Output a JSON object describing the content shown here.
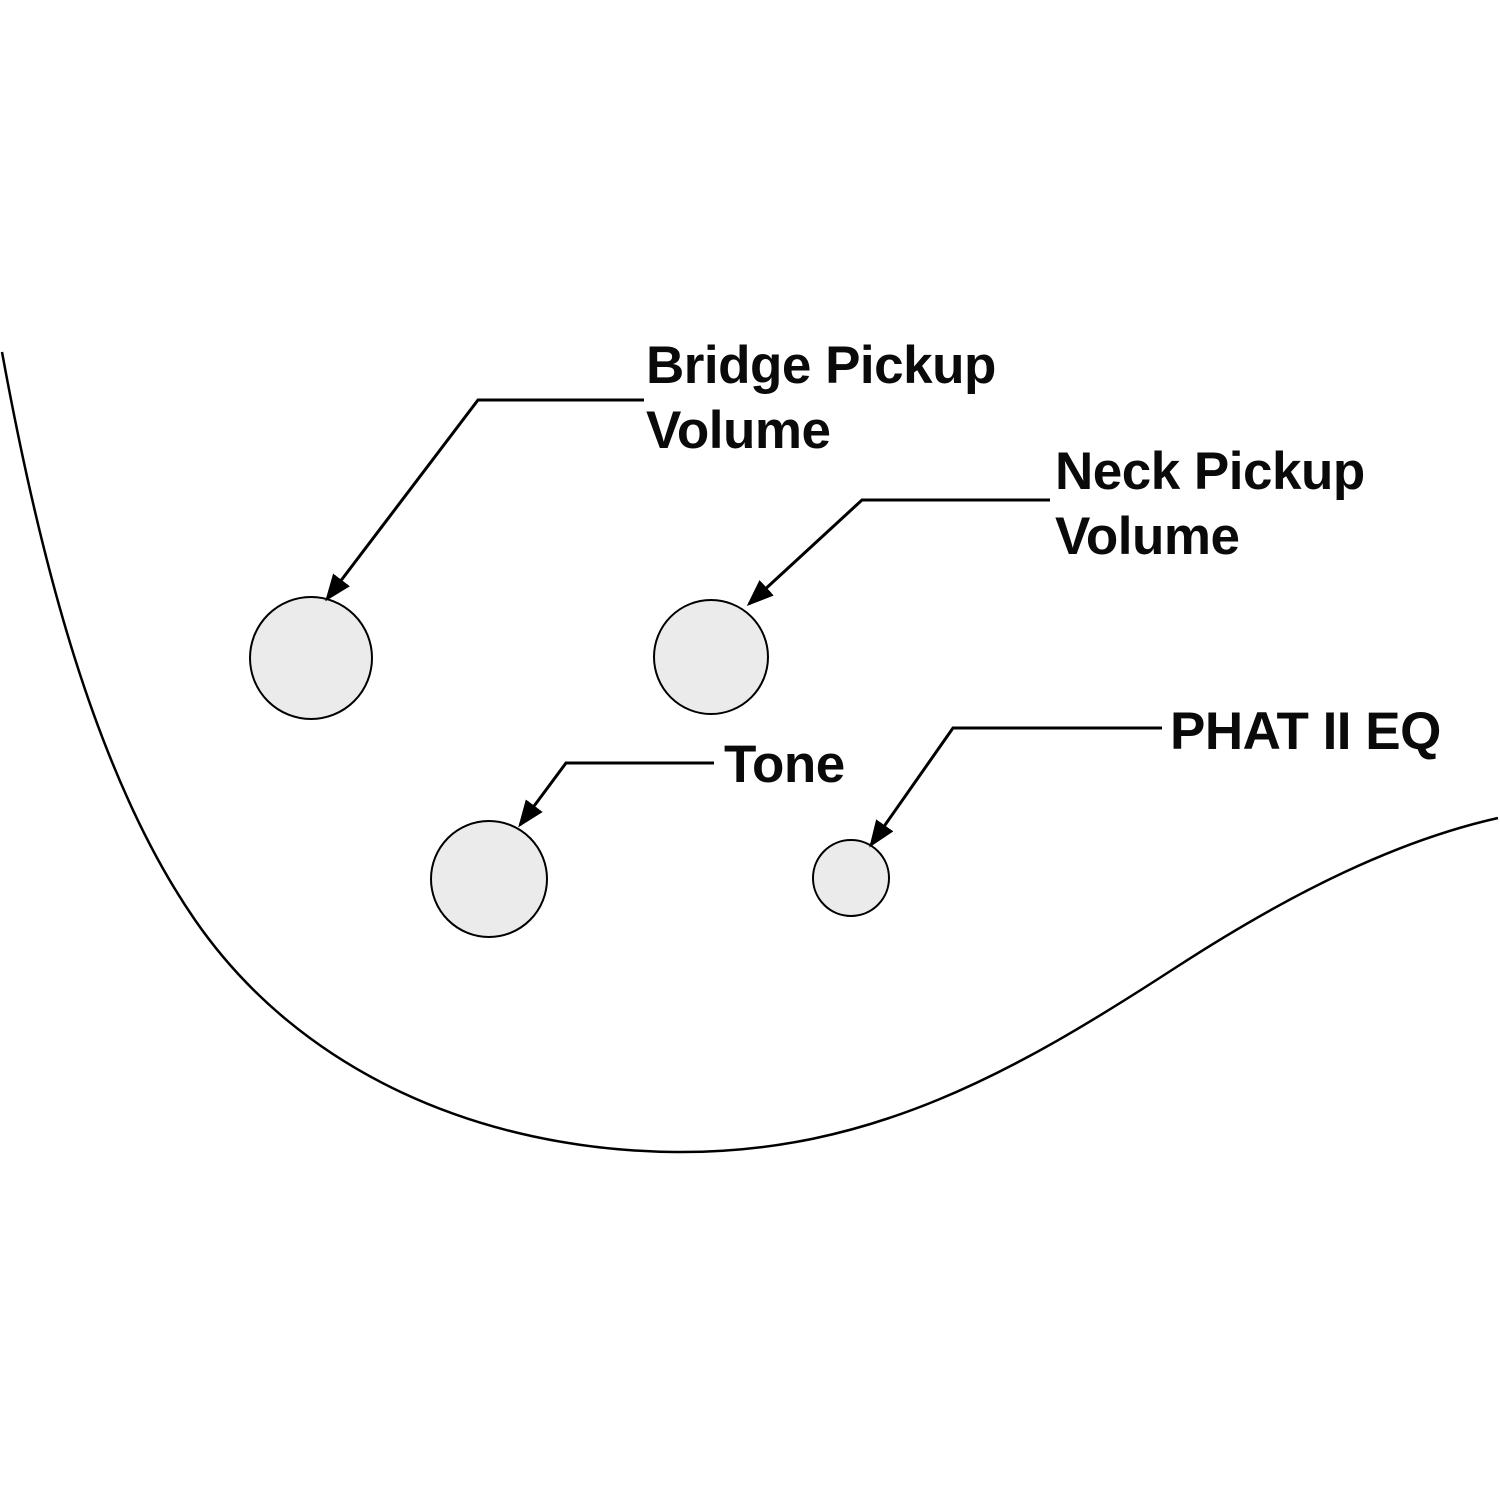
{
  "diagram": {
    "background": "#ffffff",
    "line_color": "#000000",
    "knob_fill": "#ebebeb",
    "labels": {
      "bridge_volume": "Bridge Pickup\nVolume",
      "neck_volume": "Neck Pickup\nVolume",
      "tone": "Tone",
      "phat_eq": "PHAT II EQ"
    },
    "knobs": [
      {
        "name": "bridge-pickup-volume-knob",
        "label": "Bridge Pickup Volume",
        "size": "large"
      },
      {
        "name": "neck-pickup-volume-knob",
        "label": "Neck Pickup Volume",
        "size": "large"
      },
      {
        "name": "tone-knob",
        "label": "Tone",
        "size": "large"
      },
      {
        "name": "phat-ii-eq-knob",
        "label": "PHAT II EQ",
        "size": "small"
      }
    ]
  }
}
